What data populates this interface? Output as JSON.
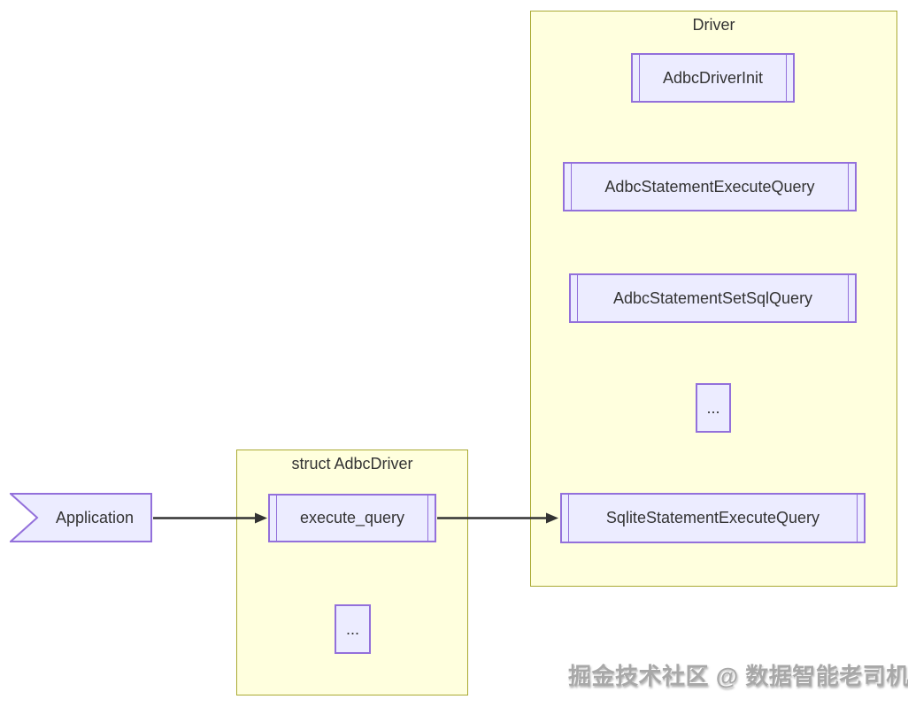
{
  "colors": {
    "subgraph_fill": "#ffffde",
    "subgraph_border": "#aaaa33",
    "node_fill": "#ececff",
    "node_border": "#9370db",
    "text": "#333333",
    "arrow": "#333333",
    "watermark": "#a8a8a8"
  },
  "subgraphs": {
    "driver": {
      "title": "Driver"
    },
    "struct_adbc_driver": {
      "title": "struct AdbcDriver"
    }
  },
  "nodes": {
    "application": {
      "label": "Application",
      "shape": "asymmetric"
    },
    "execute_query": {
      "label": "execute_query",
      "shape": "subroutine"
    },
    "struct_ellipsis": {
      "label": "...",
      "shape": "rectangle"
    },
    "adbc_driver_init": {
      "label": "AdbcDriverInit",
      "shape": "subroutine"
    },
    "adbc_statement_execute_query": {
      "label": "AdbcStatementExecuteQuery",
      "shape": "subroutine"
    },
    "adbc_statement_set_sql_query": {
      "label": "AdbcStatementSetSqlQuery",
      "shape": "subroutine"
    },
    "driver_ellipsis": {
      "label": "...",
      "shape": "rectangle"
    },
    "sqlite_statement_execute_query": {
      "label": "SqliteStatementExecuteQuery",
      "shape": "subroutine"
    }
  },
  "edges": [
    {
      "from": "Application",
      "to": "execute_query"
    },
    {
      "from": "execute_query",
      "to": "SqliteStatementExecuteQuery"
    }
  ],
  "watermark": {
    "text": "掘金技术社区 @ 数据智能老司机"
  }
}
